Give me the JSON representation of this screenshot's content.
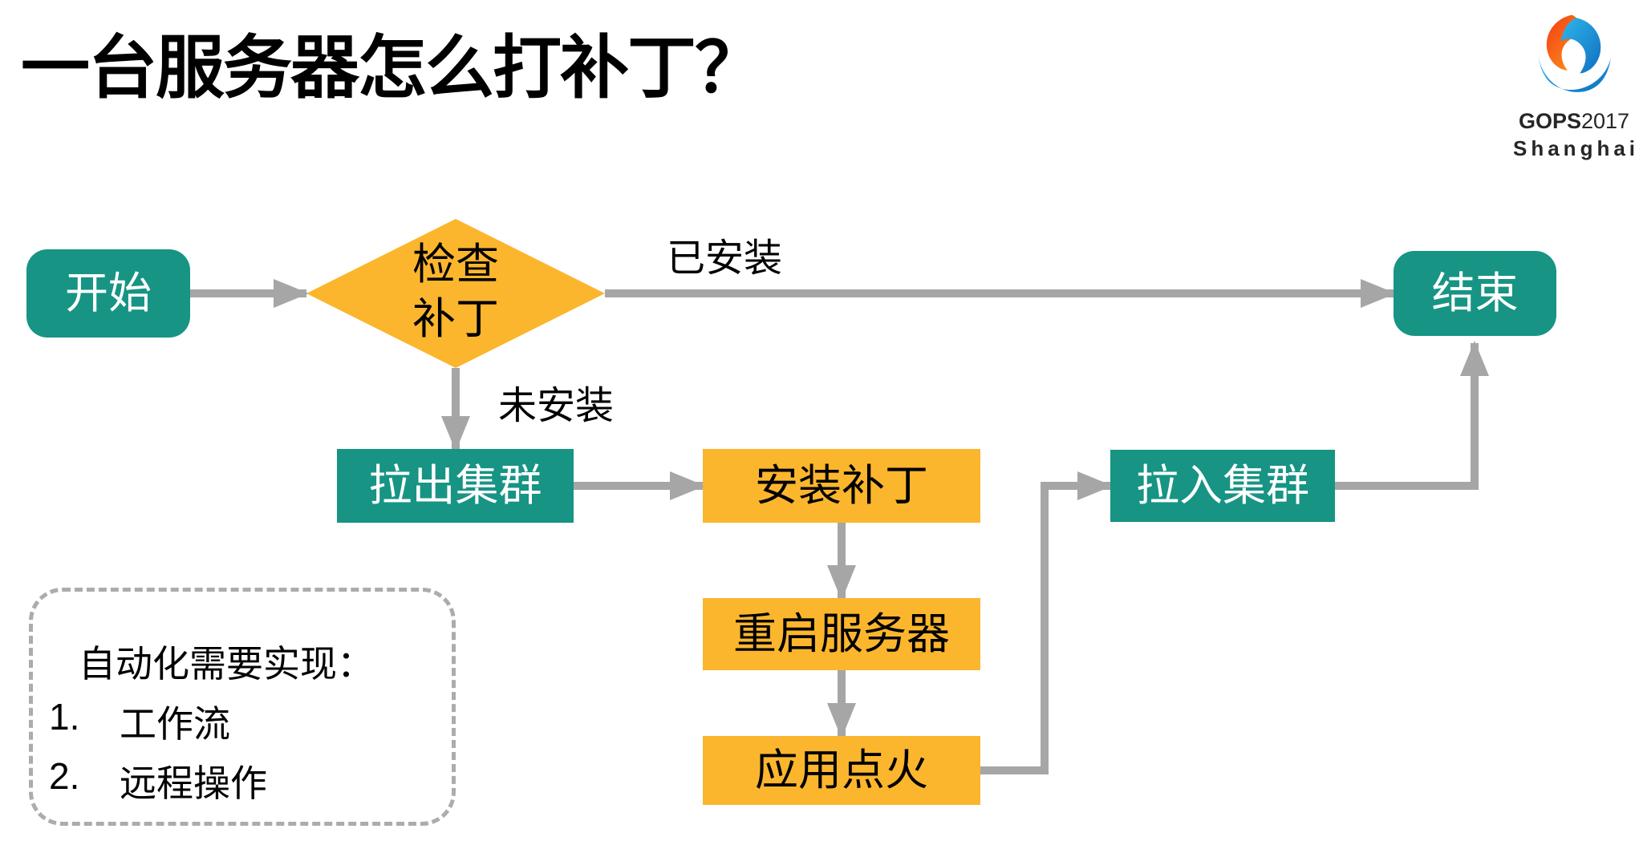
{
  "title": "一台服务器怎么打补丁？",
  "logo": {
    "name_bold": "GOPS",
    "name_year": "2017",
    "city": "Shanghai"
  },
  "colors": {
    "teal": "#179484",
    "yellow": "#FBB62E",
    "arrow_gray": "#A6A6A6",
    "dash_gray": "#ACACAC",
    "text_black": "#000000",
    "logo_text": "#262626",
    "logo_orange_start": "#F43B13",
    "logo_orange_end": "#FBA01D",
    "logo_blue_start": "#2FB7EA",
    "logo_blue_end": "#0F6FC0"
  },
  "flowchart": {
    "nodes": {
      "start": {
        "label": "开始"
      },
      "check": {
        "line1": "检查",
        "line2": "补丁"
      },
      "end": {
        "label": "结束"
      },
      "pull_out": {
        "label": "拉出集群"
      },
      "install": {
        "label": "安装补丁"
      },
      "reboot": {
        "label": "重启服务器"
      },
      "ignite": {
        "label": "应用点火"
      },
      "pull_in": {
        "label": "拉入集群"
      }
    },
    "edge_labels": {
      "installed": "已安装",
      "not_installed": "未安装"
    }
  },
  "note": {
    "heading": "自动化需要实现：",
    "items": [
      {
        "num": "1.",
        "label": "工作流"
      },
      {
        "num": "2.",
        "label": "远程操作"
      }
    ]
  }
}
